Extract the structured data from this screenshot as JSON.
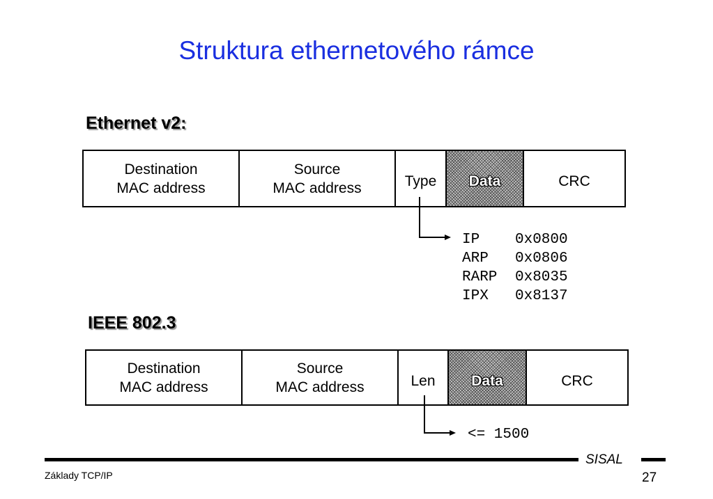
{
  "title": "Struktura ethernetového rámce",
  "ethernet_v2": {
    "heading": "Ethernet v2:",
    "fields": {
      "destination": [
        "Destination",
        "MAC address"
      ],
      "source": [
        "Source",
        "MAC address"
      ],
      "type": "Type",
      "data": "Data",
      "crc": "CRC"
    },
    "type_values": [
      {
        "proto": "IP",
        "code": "0x0800"
      },
      {
        "proto": "ARP",
        "code": "0x0806"
      },
      {
        "proto": "RARP",
        "code": "0x8035"
      },
      {
        "proto": "IPX",
        "code": "0x8137"
      }
    ]
  },
  "ieee_8023": {
    "heading": "IEEE 802.3",
    "fields": {
      "destination": [
        "Destination",
        "MAC address"
      ],
      "source": [
        "Source",
        "MAC address"
      ],
      "len": "Len",
      "data": "Data",
      "crc": "CRC"
    },
    "len_note": "<= 1500"
  },
  "footer": {
    "brand": "SISAL",
    "course": "Základy TCP/IP",
    "page": "27"
  },
  "colors": {
    "title": "#1a2fe0"
  }
}
